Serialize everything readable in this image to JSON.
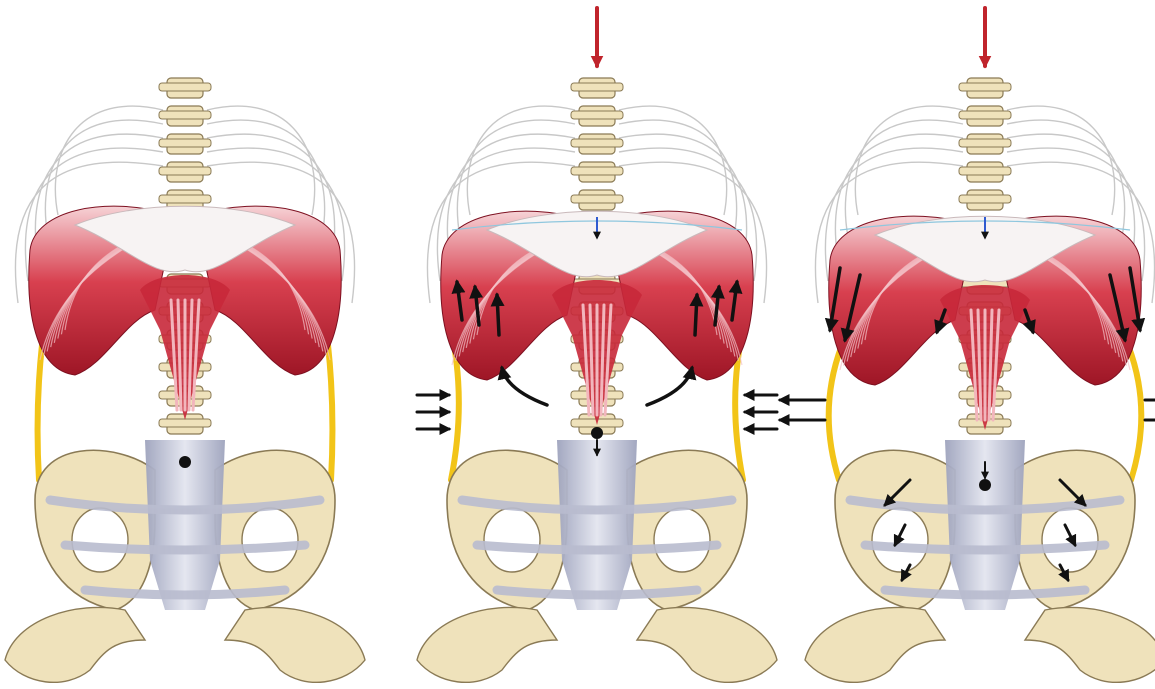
{
  "figure": {
    "panels": [
      {
        "state": "rest",
        "load_arrow": false,
        "side_arrows": "none"
      },
      {
        "state": "inward",
        "load_arrow": true,
        "side_arrows": "inward"
      },
      {
        "state": "outward",
        "load_arrow": true,
        "side_arrows": "outward"
      }
    ],
    "colors": {
      "background": "#ffffff",
      "rib": "#c8c8c8",
      "bone": "#efe2bb",
      "bone_outline": "#8a7a55",
      "muscle": "#c8283a",
      "muscle_light": "#f3c2c7",
      "fascia": "#b9bccf",
      "side_band": "#f2c418",
      "arrow_black": "#111111",
      "arrow_red": "#c0242c",
      "arrow_blue": "#2f5bd0",
      "pressure_line": "#8fc7de"
    }
  }
}
